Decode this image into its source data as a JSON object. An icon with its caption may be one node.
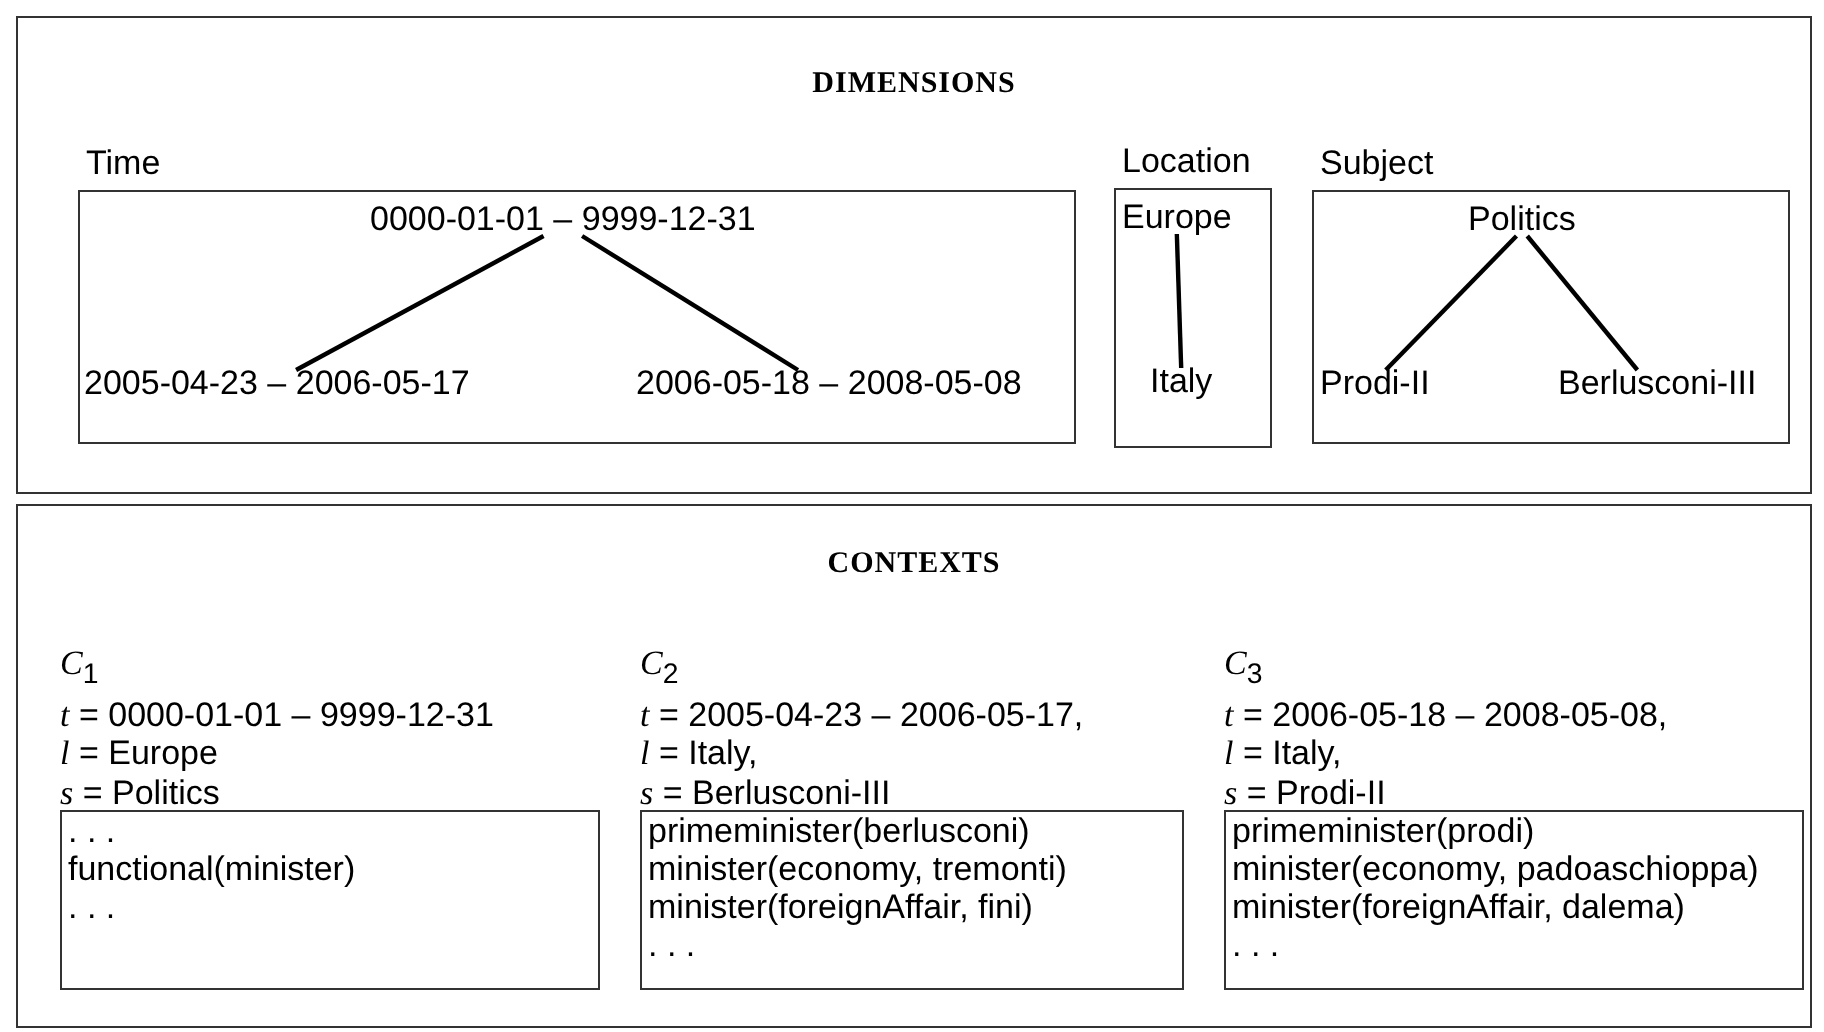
{
  "diagram": {
    "nodes": [
      {
        "text": [
          "DIMENSIONS"
        ]
      },
      {
        "text": [
          "Time"
        ],
        "in": 0
      },
      {
        "text": [
          "0000-01-01 – 9999-12-31"
        ],
        "in": 1
      },
      {
        "text": [
          "2005-04-23 – 2006-05-17"
        ],
        "in": 1
      },
      {
        "text": [
          "2006-05-18 – 2008-05-08"
        ],
        "in": 1
      },
      {
        "text": [
          "Location"
        ],
        "in": 0
      },
      {
        "text": [
          "Europe"
        ],
        "in": 5
      },
      {
        "text": [
          "Italy"
        ],
        "in": 5
      },
      {
        "text": [
          "Subject"
        ],
        "in": 0
      },
      {
        "text": [
          "Politics"
        ],
        "in": 8
      },
      {
        "text": [
          "Prodi-II"
        ],
        "in": 8
      },
      {
        "text": [
          "Berlusconi-III"
        ],
        "in": 8
      },
      {
        "text": [
          "CONTEXTS"
        ]
      },
      {
        "text": [
          "*C*$_{1}$",
          "*t* = 0000-01-01 – 9999-12-31",
          "*l* = Europe",
          "*s* = Politics",
          ". . .",
          "functional(minister)",
          ". . ."
        ],
        "in": 12
      },
      {
        "text": [
          "*C*$_{2}$",
          "*t* = 2005-04-23 – 2006-05-17,",
          "*l* = Italy,",
          "*s* = Berlusconi-III",
          "primeminister(berlusconi)",
          "minister(economy, tremonti)",
          "minister(foreignAffair, fini)",
          ". . ."
        ],
        "in": 12
      },
      {
        "text": [
          "*C*$_{3}$",
          "*t* = 2006-05-18 – 2008-05-08,",
          "*l* = Italy,",
          "*s* = Prodi-II",
          "primeminister(prodi)",
          "minister(economy, padoaschioppa)",
          "minister(foreignAffair, dalema)",
          ". . ."
        ],
        "in": 12
      }
    ],
    "edges": [
      {
        "from": 2,
        "to": 3,
        "arrow": "none"
      },
      {
        "from": 2,
        "to": 4,
        "arrow": "none"
      },
      {
        "from": 6,
        "to": 7,
        "arrow": "none"
      },
      {
        "from": 9,
        "to": 10,
        "arrow": "none"
      },
      {
        "from": 9,
        "to": 11,
        "arrow": "none"
      }
    ]
  }
}
